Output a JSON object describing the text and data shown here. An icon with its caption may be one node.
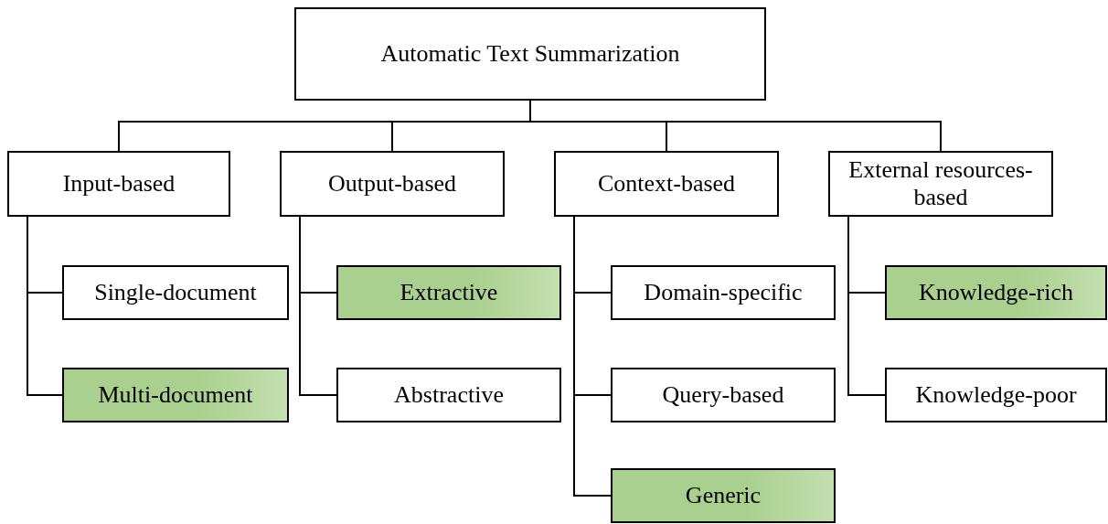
{
  "diagram": {
    "nodes": [
      {
        "text": [
          "Automatic Text Summarization"
        ]
      },
      {
        "text": [
          "Input-based"
        ]
      },
      {
        "text": [
          "Output-based"
        ]
      },
      {
        "text": [
          "Context-based"
        ]
      },
      {
        "text": [
          "External resources-based"
        ]
      },
      {
        "text": [
          "Single-document"
        ]
      },
      {
        "text": [
          "Multi-document"
        ]
      },
      {
        "text": [
          "Extractive"
        ]
      },
      {
        "text": [
          "Abstractive"
        ]
      },
      {
        "text": [
          "Domain-specific"
        ]
      },
      {
        "text": [
          "Query-based"
        ]
      },
      {
        "text": [
          "Generic"
        ]
      },
      {
        "text": [
          "Knowledge-rich"
        ]
      },
      {
        "text": [
          "Knowledge-poor"
        ]
      }
    ],
    "edges": [
      {
        "from": 0,
        "to": 1,
        "arrow": "none"
      },
      {
        "from": 0,
        "to": 2,
        "arrow": "none"
      },
      {
        "from": 0,
        "to": 3,
        "arrow": "none"
      },
      {
        "from": 0,
        "to": 4,
        "arrow": "none"
      },
      {
        "from": 1,
        "to": 5,
        "arrow": "none"
      },
      {
        "from": 1,
        "to": 6,
        "arrow": "none"
      },
      {
        "from": 2,
        "to": 7,
        "arrow": "none"
      },
      {
        "from": 2,
        "to": 8,
        "arrow": "none"
      },
      {
        "from": 3,
        "to": 9,
        "arrow": "none"
      },
      {
        "from": 3,
        "to": 10,
        "arrow": "none"
      },
      {
        "from": 3,
        "to": 11,
        "arrow": "none"
      },
      {
        "from": 4,
        "to": 12,
        "arrow": "none"
      },
      {
        "from": 4,
        "to": 13,
        "arrow": "none"
      }
    ]
  }
}
